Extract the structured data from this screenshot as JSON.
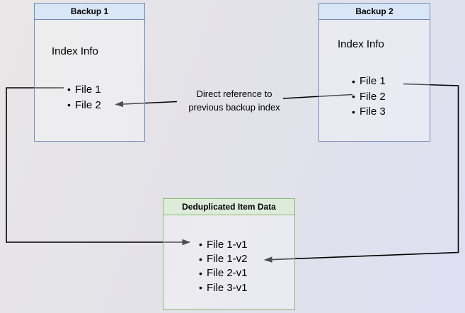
{
  "diagram": {
    "backup1": {
      "title": "Backup 1",
      "heading": "Index Info",
      "items": [
        "File 1",
        "File 2"
      ]
    },
    "backup2": {
      "title": "Backup 2",
      "heading": "Index Info",
      "items": [
        "File 1",
        "File 2",
        "File 3"
      ]
    },
    "dedup": {
      "title": "Deduplicated Item Data",
      "items": [
        "File 1-v1",
        "File 1-v2",
        "File 2-v1",
        "File 3-v1"
      ]
    },
    "annotation": {
      "line1": "Direct reference to",
      "line2": "previous backup index"
    },
    "bullet": "•"
  },
  "colors": {
    "blue_fill": "#d9e6f8",
    "blue_border": "#7289b7",
    "green_fill": "#dcecd9",
    "green_border": "#8ab873",
    "connector": "#000000",
    "bg_from": "#e8e6e6",
    "bg_to": "#dee0f2"
  }
}
